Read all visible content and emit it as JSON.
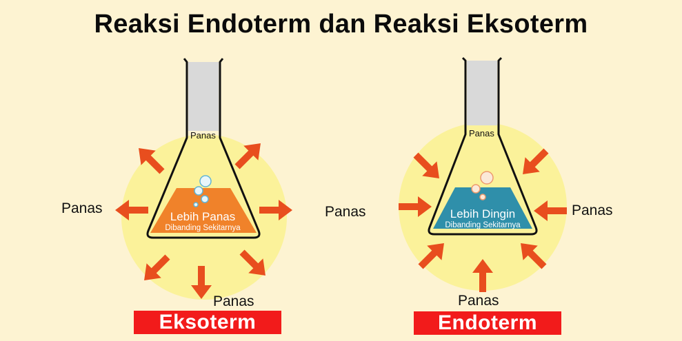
{
  "title": "Reaksi Endoterm dan Reaksi Eksoterm",
  "exo": {
    "neck_label": "Panas",
    "side_label": "Panas",
    "bottom_label": "Panas",
    "liquid_line1": "Lebih Panas",
    "liquid_line2": "Dibanding Sekitarnya",
    "banner": "Eksoterm"
  },
  "endo": {
    "neck_label": "Panas",
    "left_label": "Panas",
    "right_label": "Panas",
    "bottom_label": "Panas",
    "liquid_line1": "Lebih Dingin",
    "liquid_line2": "Dibanding Sekitarnya",
    "banner": "Endoterm"
  },
  "colors": {
    "halo": "#fbf29a",
    "arrow": "#e84e1e",
    "hot_liquid": "#f0822a",
    "cold_liquid": "#2f8faa",
    "banner": "#f21b1b",
    "neck": "#d9d9d9"
  }
}
